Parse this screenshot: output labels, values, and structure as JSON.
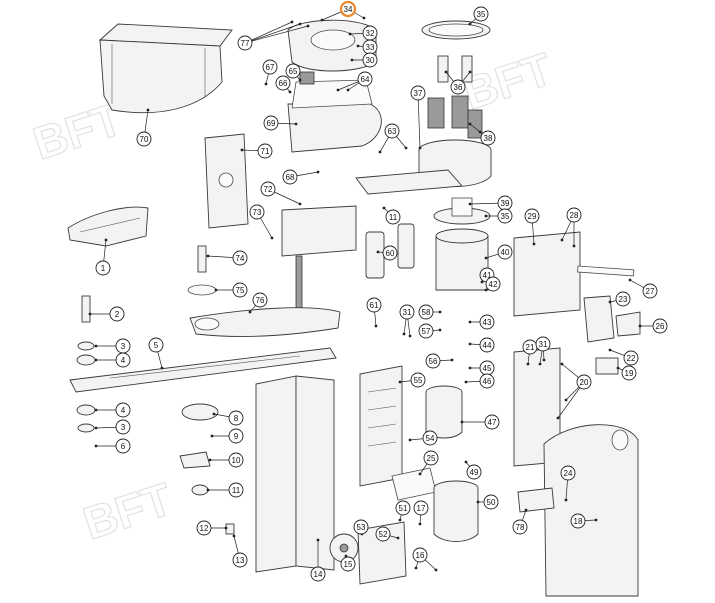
{
  "watermark": "BFT",
  "highlight_color": "#e8892a",
  "callouts": [
    {
      "id": "c34",
      "label": "34",
      "highlight": true
    },
    {
      "id": "c35a",
      "label": "35"
    },
    {
      "id": "c77",
      "label": "77"
    },
    {
      "id": "c32",
      "label": "32"
    },
    {
      "id": "c33",
      "label": "33"
    },
    {
      "id": "c30",
      "label": "30"
    },
    {
      "id": "c36",
      "label": "36"
    },
    {
      "id": "c67",
      "label": "67"
    },
    {
      "id": "c65",
      "label": "65"
    },
    {
      "id": "c66",
      "label": "66"
    },
    {
      "id": "c64",
      "label": "64"
    },
    {
      "id": "c37",
      "label": "37"
    },
    {
      "id": "c38",
      "label": "38"
    },
    {
      "id": "c69",
      "label": "69"
    },
    {
      "id": "c70",
      "label": "70"
    },
    {
      "id": "c71",
      "label": "71"
    },
    {
      "id": "c63",
      "label": "63"
    },
    {
      "id": "c68",
      "label": "68"
    },
    {
      "id": "c72",
      "label": "72"
    },
    {
      "id": "c39",
      "label": "39"
    },
    {
      "id": "c35b",
      "label": "35"
    },
    {
      "id": "c73",
      "label": "73"
    },
    {
      "id": "c11a",
      "label": "11"
    },
    {
      "id": "c29",
      "label": "29"
    },
    {
      "id": "c28",
      "label": "28"
    },
    {
      "id": "c40",
      "label": "40"
    },
    {
      "id": "c1",
      "label": "1"
    },
    {
      "id": "c60",
      "label": "60"
    },
    {
      "id": "c74",
      "label": "74"
    },
    {
      "id": "c41",
      "label": "41"
    },
    {
      "id": "c42",
      "label": "42"
    },
    {
      "id": "c27",
      "label": "27"
    },
    {
      "id": "c75",
      "label": "75"
    },
    {
      "id": "c76",
      "label": "76"
    },
    {
      "id": "c61",
      "label": "61"
    },
    {
      "id": "c58",
      "label": "58"
    },
    {
      "id": "c23",
      "label": "23"
    },
    {
      "id": "c2",
      "label": "2"
    },
    {
      "id": "c31a",
      "label": "31"
    },
    {
      "id": "c43",
      "label": "43"
    },
    {
      "id": "c26",
      "label": "26"
    },
    {
      "id": "c57",
      "label": "57"
    },
    {
      "id": "c5",
      "label": "5"
    },
    {
      "id": "c44",
      "label": "44"
    },
    {
      "id": "c3a",
      "label": "3"
    },
    {
      "id": "c4a",
      "label": "4"
    },
    {
      "id": "c21",
      "label": "21"
    },
    {
      "id": "c31b",
      "label": "31"
    },
    {
      "id": "c22",
      "label": "22"
    },
    {
      "id": "c56",
      "label": "56"
    },
    {
      "id": "c45",
      "label": "45"
    },
    {
      "id": "c19",
      "label": "19"
    },
    {
      "id": "c55",
      "label": "55"
    },
    {
      "id": "c46",
      "label": "46"
    },
    {
      "id": "c20",
      "label": "20"
    },
    {
      "id": "c4b",
      "label": "4"
    },
    {
      "id": "c8",
      "label": "8"
    },
    {
      "id": "c3b",
      "label": "3"
    },
    {
      "id": "c47",
      "label": "47"
    },
    {
      "id": "c9",
      "label": "9"
    },
    {
      "id": "c6",
      "label": "6"
    },
    {
      "id": "c54",
      "label": "54"
    },
    {
      "id": "c25",
      "label": "25"
    },
    {
      "id": "c10",
      "label": "10"
    },
    {
      "id": "c49",
      "label": "49"
    },
    {
      "id": "c24",
      "label": "24"
    },
    {
      "id": "c11b",
      "label": "11"
    },
    {
      "id": "c50",
      "label": "50"
    },
    {
      "id": "c78",
      "label": "78"
    },
    {
      "id": "c18",
      "label": "18"
    },
    {
      "id": "c51",
      "label": "51"
    },
    {
      "id": "c17",
      "label": "17"
    },
    {
      "id": "c12",
      "label": "12"
    },
    {
      "id": "c53",
      "label": "53"
    },
    {
      "id": "c52",
      "label": "52"
    },
    {
      "id": "c13",
      "label": "13"
    },
    {
      "id": "c16",
      "label": "16"
    },
    {
      "id": "c14",
      "label": "14"
    },
    {
      "id": "c15",
      "label": "15"
    }
  ]
}
